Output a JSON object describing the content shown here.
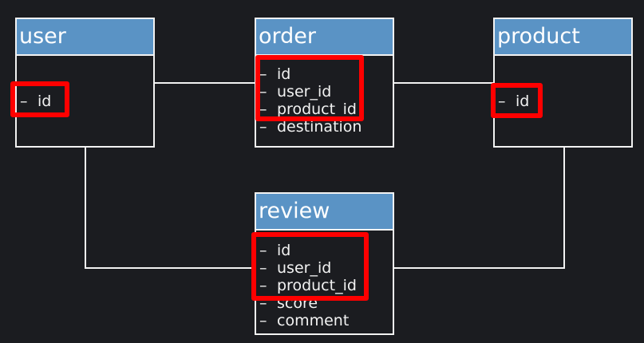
{
  "colors": {
    "background": "#1b1c20",
    "header": "#5a93c5",
    "line": "#f2f2f2",
    "highlight": "#ff0000"
  },
  "entities": {
    "user": {
      "title": "user",
      "fields": [
        "id"
      ]
    },
    "order": {
      "title": "order",
      "fields": [
        "id",
        "user_id",
        "product_id",
        "destination"
      ]
    },
    "product": {
      "title": "product",
      "fields": [
        "id"
      ]
    },
    "review": {
      "title": "review",
      "fields": [
        "id",
        "user_id",
        "product_id",
        "score",
        "comment"
      ]
    }
  },
  "bullet": "–"
}
